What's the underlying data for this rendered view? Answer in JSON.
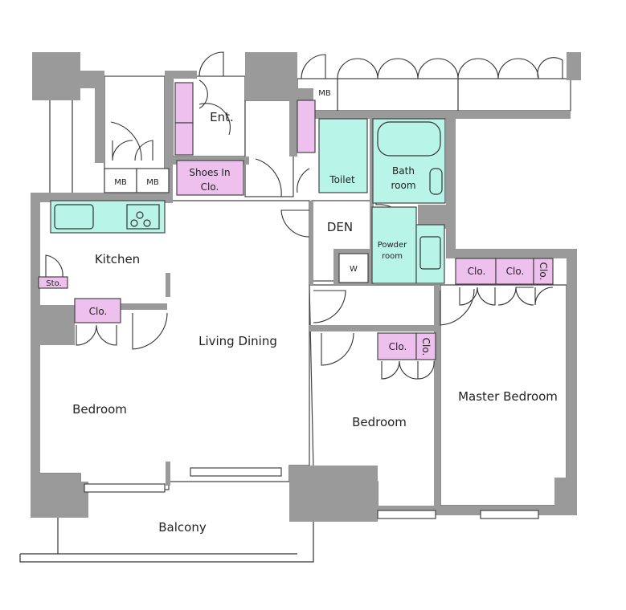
{
  "floor_plan": {
    "colors": {
      "wall": "#9a9a9a",
      "storage": "#eec0ee",
      "wet_area": "#b8f5e8"
    },
    "labels": {
      "entrance": "Ent.",
      "shoes_closet_1": "Shoes In",
      "shoes_closet_2": "Clo.",
      "mb_top": "MB",
      "mb_left_1": "MB",
      "mb_left_2": "MB",
      "toilet": "Toilet",
      "bath_1": "Bath",
      "bath_2": "room",
      "den": "DEN",
      "powder_1": "Powder",
      "powder_2": "room",
      "washer": "W",
      "kitchen": "Kitchen",
      "storage": "Sto.",
      "closet_left": "Clo.",
      "living_dining": "Living Dining",
      "bedroom_left": "Bedroom",
      "bedroom_middle": "Bedroom",
      "master_bedroom": "Master Bedroom",
      "master_closet_1": "Clo.",
      "master_closet_2": "Clo.",
      "master_closet_3": "Clo.",
      "middle_closet_1": "Clo.",
      "middle_closet_2": "Clo.",
      "balcony": "Balcony"
    }
  }
}
